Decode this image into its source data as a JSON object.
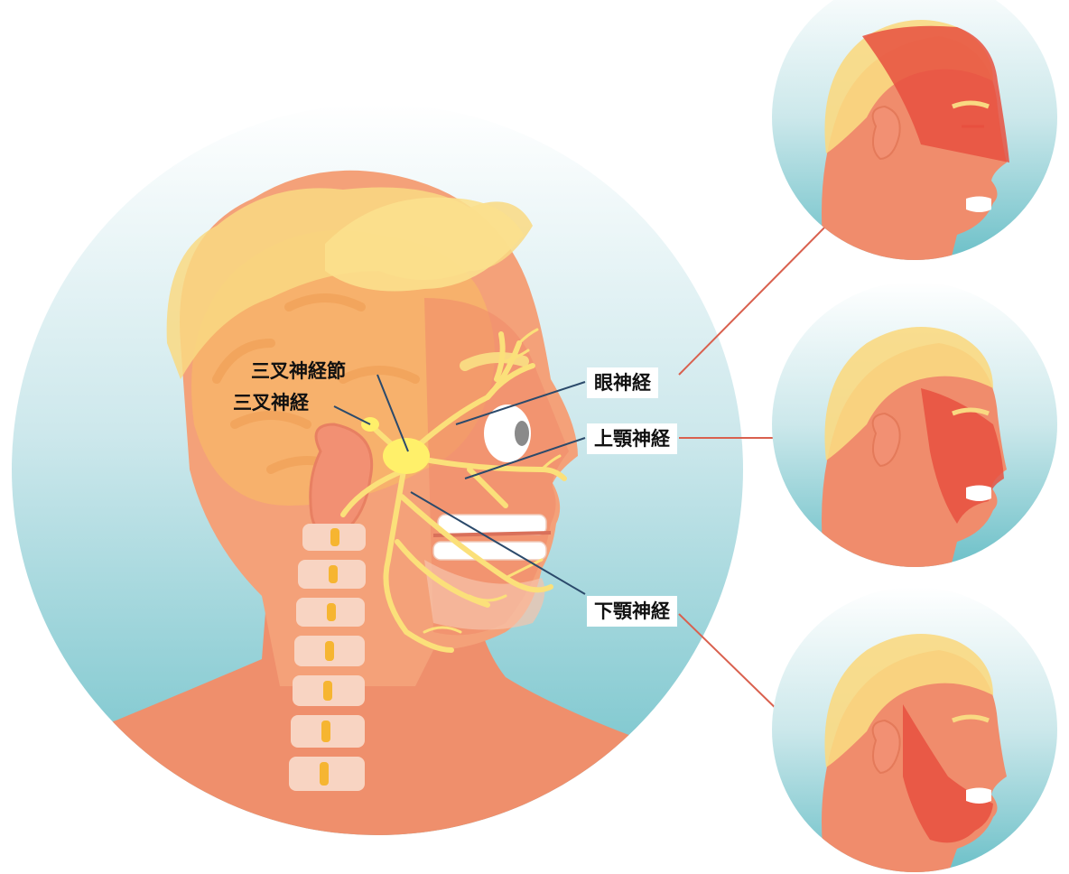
{
  "labels": {
    "ganglion": "三叉神経節",
    "trigeminal": "三叉神経",
    "ophthalmic": "眼神経",
    "maxillary": "上顎神経",
    "mandibular": "下顎神経"
  },
  "colors": {
    "background": "#ffffff",
    "circle_gradient_top": "#eef7f8",
    "circle_gradient_bottom": "#6fc2c9",
    "skin": "#f0906e",
    "skin_dark": "#e47a5a",
    "hair": "#f9d982",
    "brain": "#f7b36a",
    "nerve": "#fbe07a",
    "nerve_ganglion": "#fff06a",
    "highlight_red": "#e8503f",
    "connector_red": "#d9604e",
    "leader_blue": "#2b4a6b"
  },
  "icons": [
    "main-head-illustration",
    "ophthalmic-zone-head",
    "maxillary-zone-head",
    "mandibular-zone-head"
  ]
}
